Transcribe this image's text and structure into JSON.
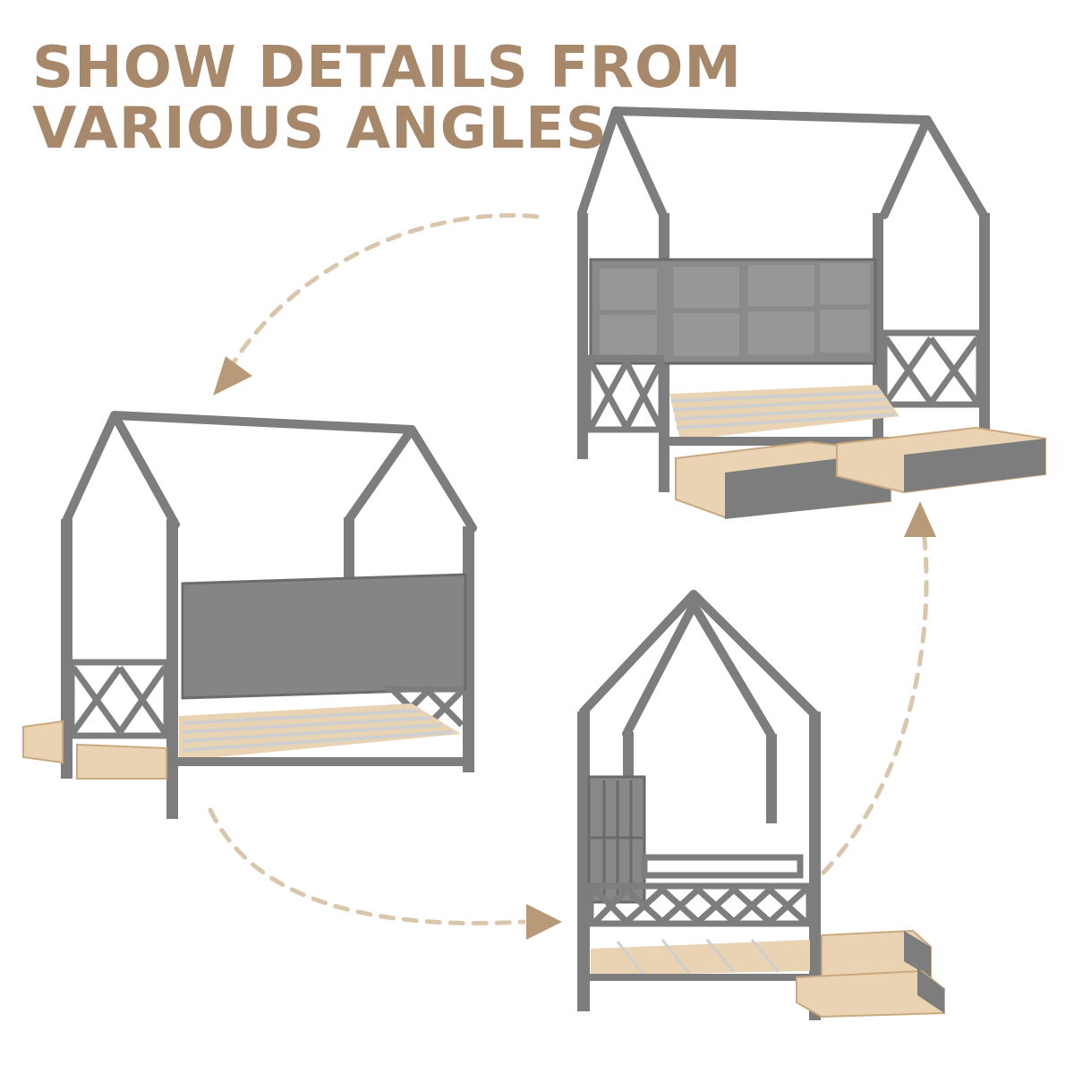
{
  "headline": {
    "line1": "SHOW DETAILS FROM",
    "line2": "VARIOUS ANGLES"
  },
  "colors": {
    "headline": "#a8886a",
    "frame": "#7d7d7d",
    "frame_dark": "#5f5f5f",
    "frame_light": "#9a9a9a",
    "wood": "#ead3b2",
    "wood_dark": "#d4b58d",
    "arrow": "#d9c6ad"
  },
  "views": [
    {
      "name": "front-with-drawers",
      "description_icon": "house-bed-icon"
    },
    {
      "name": "back-view",
      "description_icon": "house-bed-icon"
    },
    {
      "name": "side-view",
      "description_icon": "house-bed-icon"
    }
  ]
}
